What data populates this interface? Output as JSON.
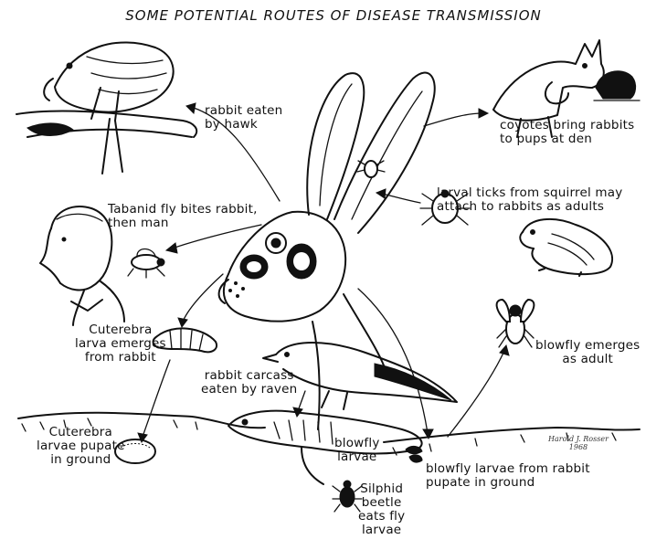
{
  "title": "SOME POTENTIAL ROUTES OF DISEASE TRANSMISSION",
  "labels": {
    "hawk": "rabbit eaten\nby hawk",
    "coyote": "coyotes bring rabbits\nto pups at den",
    "ticks": "larval ticks from squirrel may\nattach to rabbits as adults",
    "tabanid": "Tabanid fly bites rabbit,\nthen man",
    "cuterebra_emerges": "Cuterebra\nlarva emerges\nfrom rabbit",
    "raven": "rabbit carcass\neaten by raven",
    "blowfly_adult": "blowfly emerges\nas adult",
    "cuterebra_pupate": "Cuterebra\nlarvae pupate\nin ground",
    "blowfly_larvae": "blowfly\nlarvae",
    "blowfly_pupate": "blowfly larvae from rabbit\npupate in ground",
    "silphid": "Silphid\nbeetle\neats fly\nlarvae"
  },
  "signature": "Harold J. Rosser\n1968"
}
